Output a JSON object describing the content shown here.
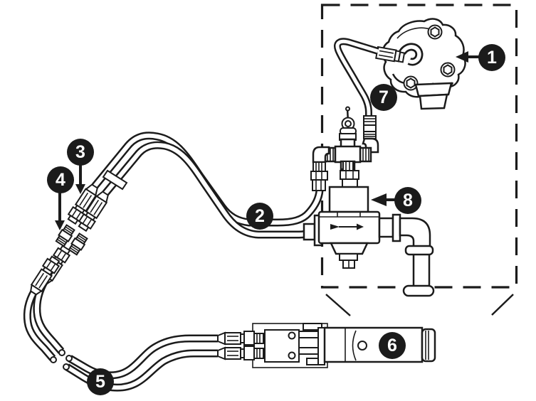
{
  "figure": {
    "style": "exploded-parts-line-diagram",
    "background_color": "#ffffff",
    "line_color": "#1b1b1b",
    "callout_fill": "#1b1b1b",
    "callout_text_color": "#ffffff"
  },
  "callouts": [
    {
      "label": "1"
    },
    {
      "label": "2"
    },
    {
      "label": "3"
    },
    {
      "label": "4"
    },
    {
      "label": "5"
    },
    {
      "label": "6"
    },
    {
      "label": "7"
    },
    {
      "label": "8"
    }
  ]
}
